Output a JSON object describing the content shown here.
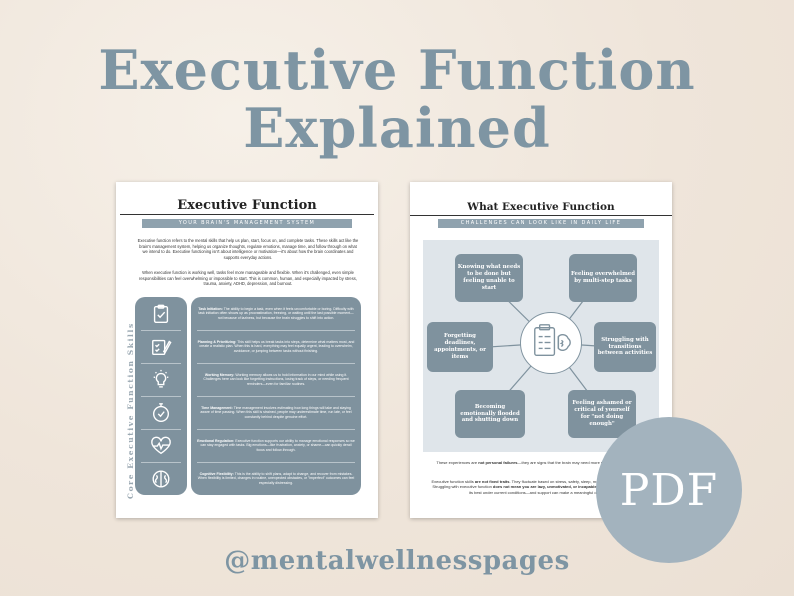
{
  "hero": {
    "line1": "Executive Function",
    "line2": "Explained"
  },
  "left_page": {
    "title": "Executive Function",
    "banner": "YOUR BRAIN'S MANAGEMENT SYSTEM",
    "intro_p1": "Executive function refers to the mental skills that help us plan, start, focus on, and complete tasks. These skills act like the brain's management system, helping us organize thoughts, regulate emotions, manage time, and follow through on what we intend to do. Executive functioning isn't about intelligence or motivation—it's about how the brain coordinates and supports everyday actions.",
    "intro_p2": "When executive function is working well, tasks feel more manageable and flexible. When it's challenged, even simple responsibilities can feel overwhelming or impossible to start. This is common, human, and especially impacted by stress, trauma, anxiety, ADHD, depression, and burnout.",
    "vertical_label": "Core Executive Function Skills",
    "skills": [
      {
        "icon": "clipboard-check-icon",
        "name": "Task Initiation:",
        "text": "The ability to begin a task, even when it feels uncomfortable or boring. Difficulty with task initiation often shows up as procrastination, freezing, or waiting until the last possible moment—not because of laziness, but because the brain struggles to shift into action."
      },
      {
        "icon": "checklist-pencil-icon",
        "name": "Planning & Prioritizing:",
        "text": "This skill helps us break tasks into steps, determine what matters most, and create a realistic plan. When this is hard, everything may feel equally urgent, leading to overwhelm, avoidance, or jumping between tasks without finishing."
      },
      {
        "icon": "lightbulb-icon",
        "name": "Working Memory:",
        "text": "Working memory allows us to hold information in our mind while using it. Challenges here can look like forgetting instructions, losing track of steps, or needing frequent reminders—even for familiar routines."
      },
      {
        "icon": "stopwatch-icon",
        "name": "Time Management:",
        "text": "Time management involves estimating how long things will take and staying aware of time passing. When this skill is strained, people may underestimate time, run late, or feel constantly behind despite genuine effort."
      },
      {
        "icon": "heartbeat-icon",
        "name": "Emotional Regulation:",
        "text": "Executive function supports our ability to manage emotional responses so we can stay engaged with tasks. Big emotions—like frustration, anxiety, or shame—can quickly derail focus and follow-through."
      },
      {
        "icon": "brain-icon",
        "name": "Cognitive Flexibility:",
        "text": "This is the ability to shift plans, adapt to change, and recover from mistakes. When flexibility is limited, changes in routine, unexpected obstacles, or \"imperfect\" outcomes can feel especially distressing."
      }
    ]
  },
  "right_page": {
    "title": "What Executive Function",
    "banner": "CHALLENGES CAN LOOK LIKE IN DAILY LIFE",
    "nodes": [
      "Knowing what needs to be done but feeling unable to start",
      "Feeling overwhelmed by multi-step tasks",
      "Forgetting deadlines, appointments, or items",
      "Struggling with transitions between activities",
      "Becoming emotionally flooded and shutting down",
      "Feeling ashamed or critical of yourself for \"not doing enough\""
    ],
    "hub_icon": "clipboard-brain-icon",
    "foot_p1_a": "These experiences are ",
    "foot_p1_b": "not personal failures",
    "foot_p1_c": "—they are signs that the brain may need more support and compassion.",
    "foot_p2_a": "Executive function skills ",
    "foot_p2_b": "are not fixed traits",
    "foot_p2_c": ". They fluctuate based on stress, safety, sleep, mental health, and life demands. Struggling with executive function ",
    "foot_p2_d": "does not mean you are lazy, unmotivated, or incapable",
    "foot_p2_e": "—it means your brain is doing its best under current conditions—and support can make a meaningful difference."
  },
  "badge": "PDF",
  "handle": "@mentalwellnesspages",
  "colors": {
    "accent": "#7e95a3",
    "panel": "#7f929e",
    "badge": "#a3b3be",
    "background": "#f1e9df"
  }
}
